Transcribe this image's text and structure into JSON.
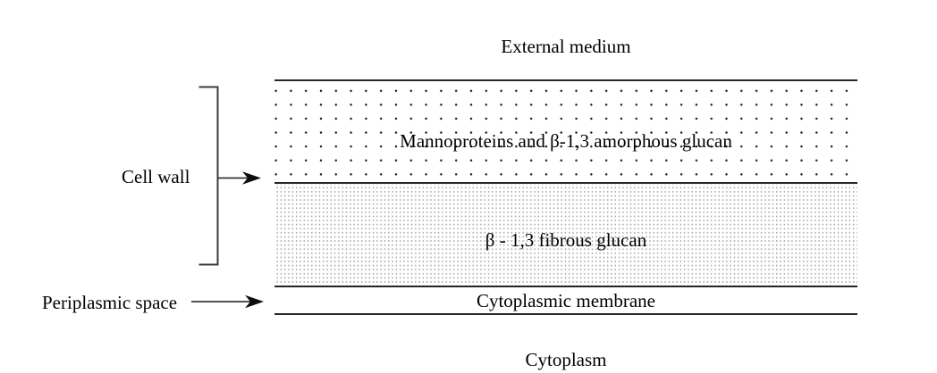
{
  "diagram": {
    "region_top_label": "External medium",
    "region_bottom_label": "Cytoplasm",
    "layers": [
      {
        "name": "mannoproteins-amorphous-glucan",
        "label": "Mannoproteins and β-1,3 amorphous glucan",
        "texture": "coarse-black-dot-grid"
      },
      {
        "name": "fibrous-glucan",
        "label": "β - 1,3 fibrous glucan",
        "texture": "fine-gray-stipple"
      },
      {
        "name": "cytoplasmic-membrane",
        "label": "Cytoplasmic membrane",
        "texture": "plain-white-band"
      }
    ],
    "annotations": [
      {
        "name": "cell-wall",
        "label": "Cell wall",
        "pointer": "bracket-with-arrow"
      },
      {
        "name": "periplasmic-space",
        "label": "Periplasmic space",
        "pointer": "arrow"
      }
    ]
  },
  "colors": {
    "background": "#ffffff",
    "line": "#262626",
    "text": "#000000",
    "coarse_dot": "#1c1c1c",
    "fine_stipple": "#a6a6a6",
    "bracket": "#3c3c3c"
  }
}
